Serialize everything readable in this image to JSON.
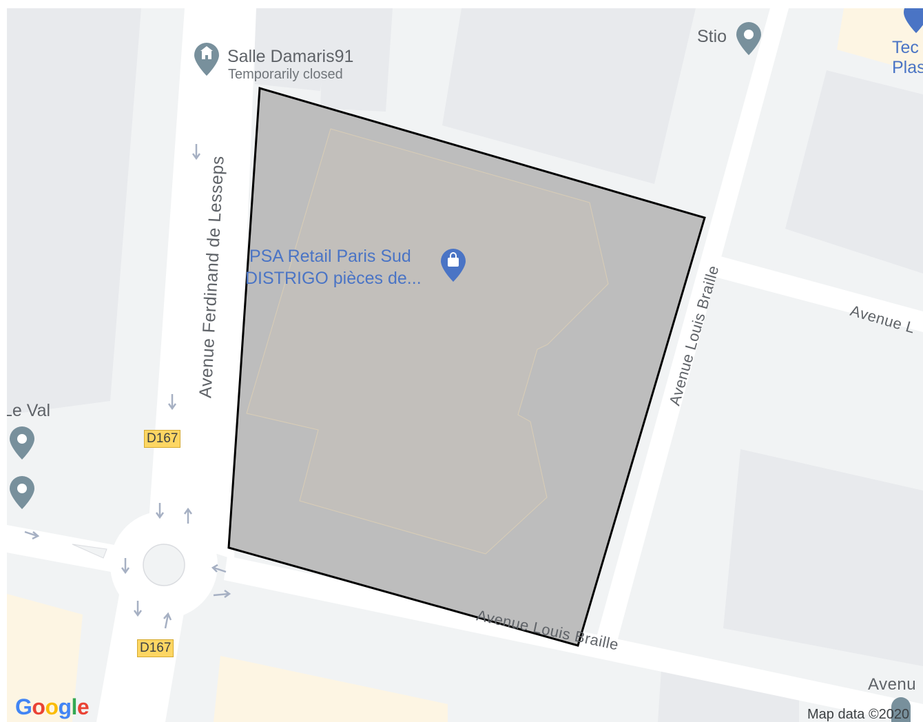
{
  "map": {
    "pois": {
      "salle": {
        "name": "Salle Damaris91",
        "status": "Temporarily closed",
        "icon": "place-of-worship-pin-icon"
      },
      "stio": {
        "name": "Stio",
        "icon": "map-pin-icon"
      },
      "psa": {
        "line1": "PSA Retail Paris Sud",
        "line2": "DISTRIGO pièces de...",
        "icon": "shopping-bag-pin-icon"
      },
      "le_val": {
        "name": "Le Val",
        "icon": "map-pin-icon"
      },
      "tec": {
        "line1": "Tec",
        "line2": "Plas"
      }
    },
    "streets": {
      "ferdinand": "Avenue Ferdinand de Lesseps",
      "braille_vertical": "Avenue Louis Braille",
      "braille_bottom": "Avenue Louis Braille",
      "avenue_right": "Avenue L",
      "avenue_bottom_right": "Avenu"
    },
    "shields": [
      "D167",
      "D167"
    ],
    "attribution": "Map data ©2020",
    "logo": "Google",
    "colors": {
      "background": "#f1f3f4",
      "road": "#ffffff",
      "building": "#e8eaed",
      "polygon_fill": "#bdbdbd",
      "polygon_stroke": "#000000",
      "shop_label": "#4a74c5",
      "pin_gray": "#78909c",
      "shield": "#fdd663"
    }
  }
}
